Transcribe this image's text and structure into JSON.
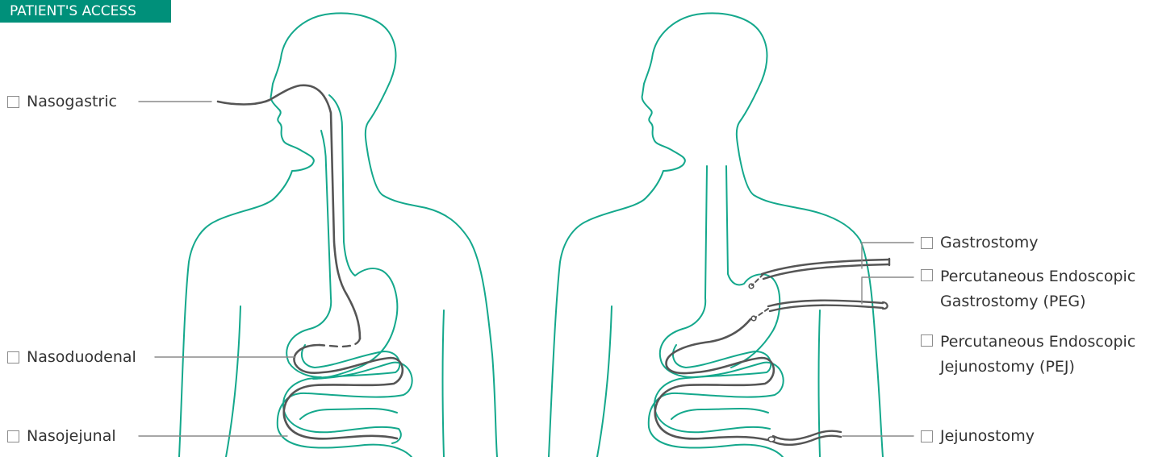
{
  "title": "PATIENT'S ACCESS",
  "colors": {
    "title_bg": "#00907a",
    "title_text": "#ffffff",
    "body_outline": "#14a88c",
    "tube": "#555555",
    "leader_line": "#8a8a8a",
    "label_text": "#333333"
  },
  "options": {
    "nasogastric": "Nasogastric",
    "nasoduodenal": "Nasoduodenal",
    "nasojejunal": "Nasojejunal",
    "gastrostomy": "Gastrostomy",
    "peg_line1": "Percutaneous Endoscopic",
    "peg_line2": "Gastrostomy (PEG)",
    "pej_line1": "Percutaneous Endoscopic",
    "pej_line2": "Jejunostomy (PEJ)",
    "jejunostomy": "Jejunostomy"
  }
}
